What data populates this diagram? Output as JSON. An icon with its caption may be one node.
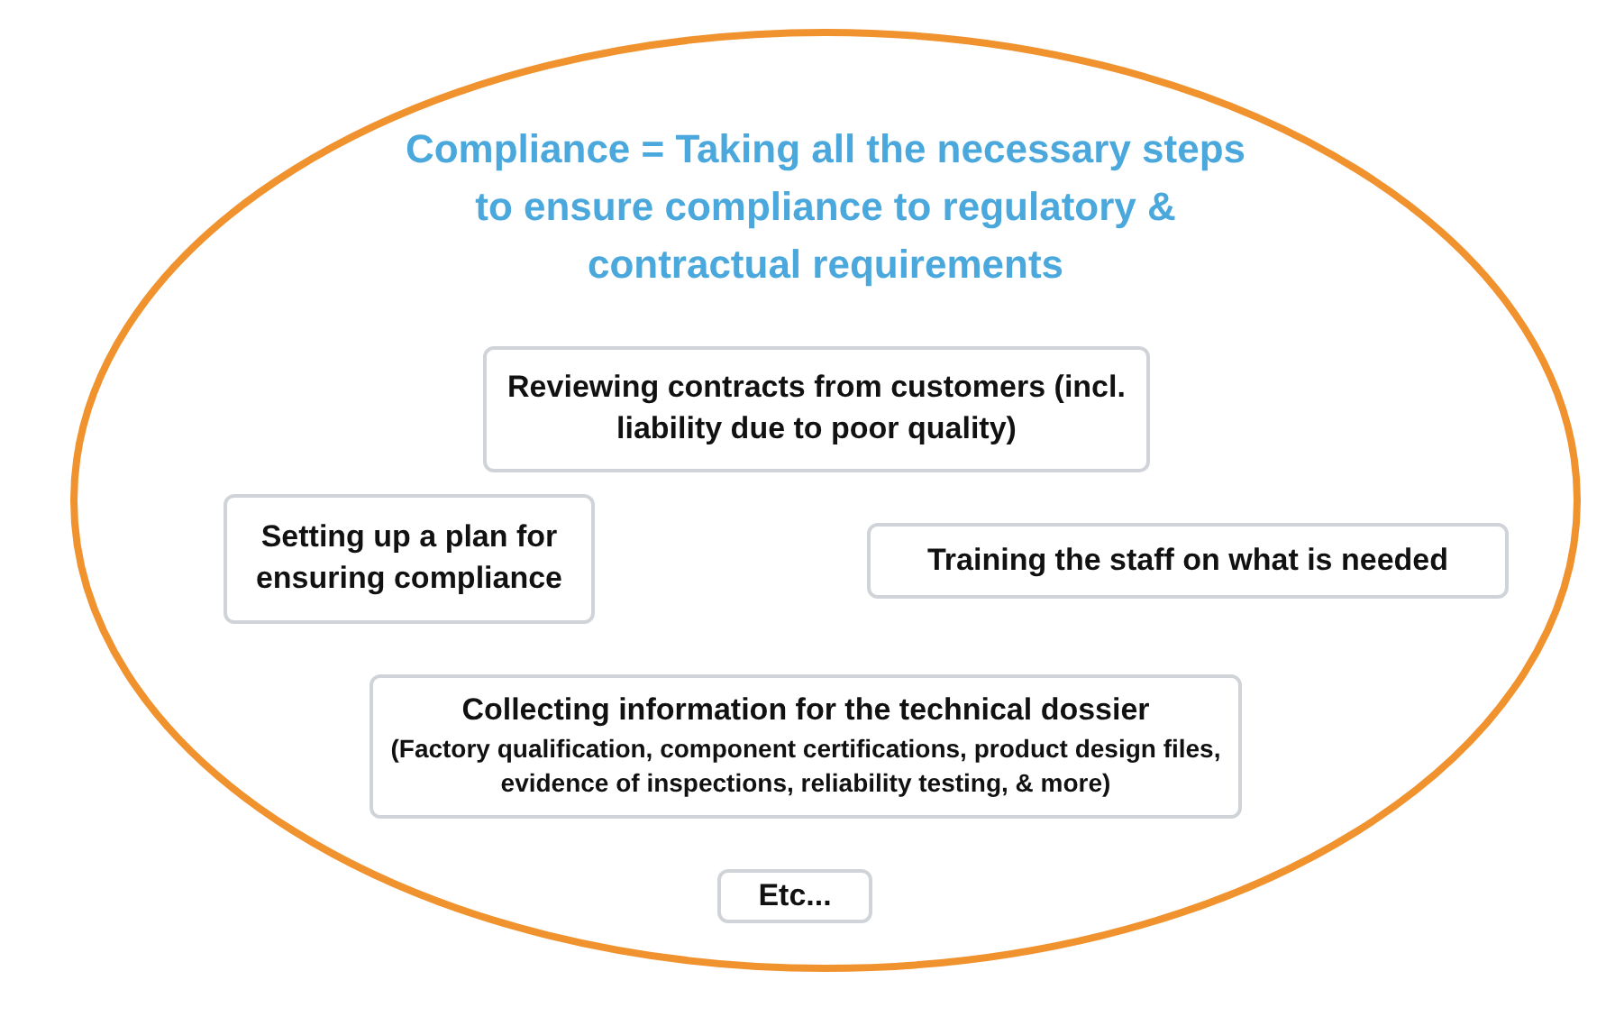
{
  "diagram": {
    "nodes": [
      {
        "text": [
          "Compliance = Taking all the necessary steps to ensure compliance to regulatory & contractual requirements"
        ]
      },
      {
        "text": [
          "Reviewing contracts from customers (incl. liability due to poor quality)"
        ],
        "in": 0
      },
      {
        "text": [
          "Setting up a plan for ensuring compliance"
        ],
        "in": 0
      },
      {
        "text": [
          "Training the staff on what is needed"
        ],
        "in": 0
      },
      {
        "text": [
          "Collecting information for the technical dossier",
          "(Factory qualification, component certifications, product design files, evidence of inspections, reliability testing, & more)"
        ],
        "in": 0
      },
      {
        "text": [
          "Etc..."
        ],
        "in": 0
      }
    ],
    "edges": []
  }
}
